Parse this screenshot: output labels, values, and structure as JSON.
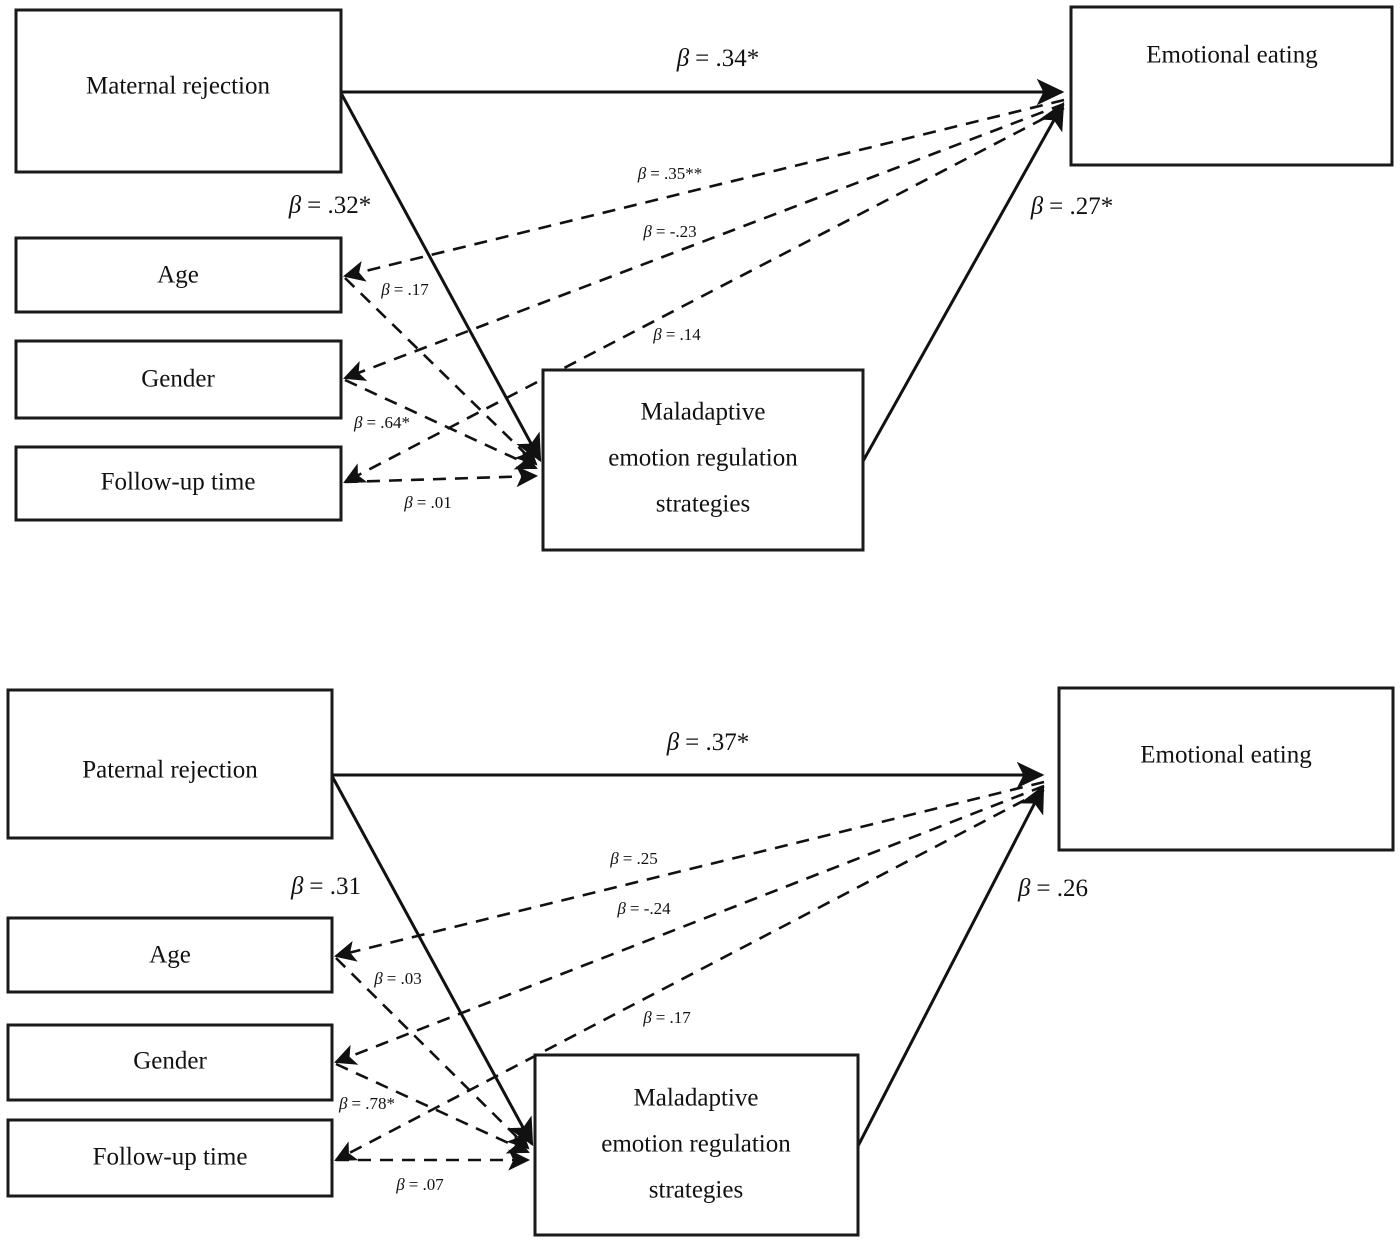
{
  "figure": {
    "type": "path-diagram",
    "panels": [
      {
        "id": "panel-maternal",
        "nodes": {
          "predictor": "Maternal rejection",
          "covariate_age": "Age",
          "covariate_gender": "Gender",
          "covariate_followup": "Follow-up time",
          "mediator_line1": "Maladaptive",
          "mediator_line2": "emotion regulation",
          "mediator_line3": "strategies",
          "outcome": "Emotional eating"
        },
        "edges": [
          {
            "name": "predictor-to-outcome-direct",
            "symbol": "β",
            "text": "= .34*",
            "full": "β = .34*",
            "value": 0.34,
            "significant": true,
            "style": "solid"
          },
          {
            "name": "predictor-to-mediator",
            "symbol": "β",
            "text": "= .32*",
            "full": "β = .32*",
            "value": 0.32,
            "significant": true,
            "style": "solid"
          },
          {
            "name": "mediator-to-outcome",
            "symbol": "β",
            "text": "= .27*",
            "full": "β = .27*",
            "value": 0.27,
            "significant": true,
            "style": "solid"
          },
          {
            "name": "age-to-outcome",
            "symbol": "β",
            "text": "= .35**",
            "full": "β = .35**",
            "value": 0.35,
            "significant": true,
            "style": "dashed"
          },
          {
            "name": "gender-to-outcome",
            "symbol": "β",
            "text": "= -.23",
            "full": "β = -.23",
            "value": -0.23,
            "significant": false,
            "style": "dashed"
          },
          {
            "name": "followup-to-outcome",
            "symbol": "β",
            "text": "= .14",
            "full": "β = .14",
            "value": 0.14,
            "significant": false,
            "style": "dashed"
          },
          {
            "name": "age-to-mediator",
            "symbol": "β",
            "text": "= .17",
            "full": "β = .17",
            "value": 0.17,
            "significant": false,
            "style": "dashed"
          },
          {
            "name": "gender-to-mediator",
            "symbol": "β",
            "text": "= .64*",
            "full": "β = .64*",
            "value": 0.64,
            "significant": true,
            "style": "dashed"
          },
          {
            "name": "followup-to-mediator",
            "symbol": "β",
            "text": "= .01",
            "full": "β = .01",
            "value": 0.01,
            "significant": false,
            "style": "dashed"
          }
        ]
      },
      {
        "id": "panel-paternal",
        "nodes": {
          "predictor": "Paternal rejection",
          "covariate_age": "Age",
          "covariate_gender": "Gender",
          "covariate_followup": "Follow-up time",
          "mediator_line1": "Maladaptive",
          "mediator_line2": "emotion regulation",
          "mediator_line3": "strategies",
          "outcome": "Emotional eating"
        },
        "edges": [
          {
            "name": "predictor-to-outcome-direct",
            "symbol": "β",
            "text": "= .37*",
            "full": "β = .37*",
            "value": 0.37,
            "significant": true,
            "style": "solid"
          },
          {
            "name": "predictor-to-mediator",
            "symbol": "β",
            "text": "= .31",
            "full": "β = .31",
            "value": 0.31,
            "significant": false,
            "style": "solid"
          },
          {
            "name": "mediator-to-outcome",
            "symbol": "β",
            "text": "= .26",
            "full": "β = .26",
            "value": 0.26,
            "significant": false,
            "style": "solid"
          },
          {
            "name": "age-to-outcome",
            "symbol": "β",
            "text": "= .25",
            "full": "β = .25",
            "value": 0.25,
            "significant": false,
            "style": "dashed"
          },
          {
            "name": "gender-to-outcome",
            "symbol": "β",
            "text": "= -.24",
            "full": "β = -.24",
            "value": -0.24,
            "significant": false,
            "style": "dashed"
          },
          {
            "name": "followup-to-outcome",
            "symbol": "β",
            "text": "= .17",
            "full": "β = .17",
            "value": 0.17,
            "significant": false,
            "style": "dashed"
          },
          {
            "name": "age-to-mediator",
            "symbol": "β",
            "text": "= .03",
            "full": "β = .03",
            "value": 0.03,
            "significant": false,
            "style": "dashed"
          },
          {
            "name": "gender-to-mediator",
            "symbol": "β",
            "text": "= .78*",
            "full": "β = .78*",
            "value": 0.78,
            "significant": true,
            "style": "dashed"
          },
          {
            "name": "followup-to-mediator",
            "symbol": "β",
            "text": "= .07",
            "full": "β = .07",
            "value": 0.07,
            "significant": false,
            "style": "dashed"
          }
        ]
      }
    ],
    "colors": {
      "line": "#111111",
      "box_fill": "#ffffff",
      "box_stroke": "#1a1a1a",
      "background": "#ffffff"
    }
  }
}
